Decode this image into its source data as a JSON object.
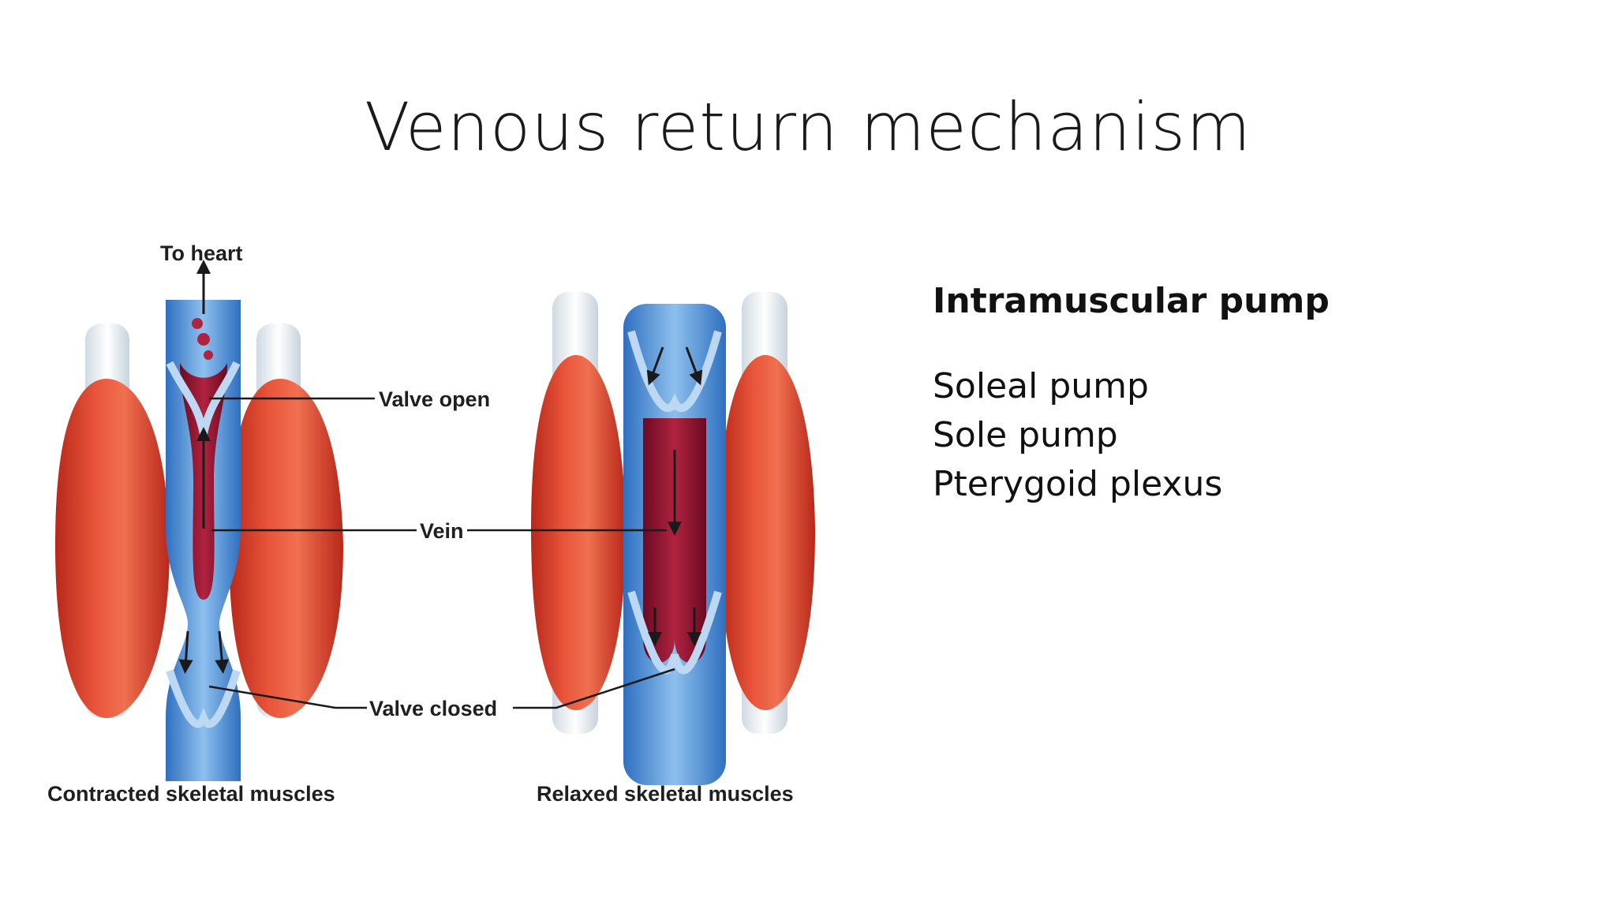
{
  "slide": {
    "title": "Venous return mechanism"
  },
  "figure": {
    "labels": {
      "to_heart": "To heart",
      "valve_open": "Valve open",
      "vein": "Vein",
      "valve_closed": "Valve closed",
      "contracted": "Contracted skeletal muscles",
      "relaxed": "Relaxed skeletal muscles"
    },
    "colors": {
      "muscle": "#d9432a",
      "tendon": "#e8eef2",
      "vein_wall": "#4a8fd6",
      "blood": "#8a1430"
    }
  },
  "panel": {
    "heading": "Intramuscular pump",
    "items": [
      "Soleal pump",
      "Sole pump",
      "Pterygoid plexus"
    ]
  }
}
